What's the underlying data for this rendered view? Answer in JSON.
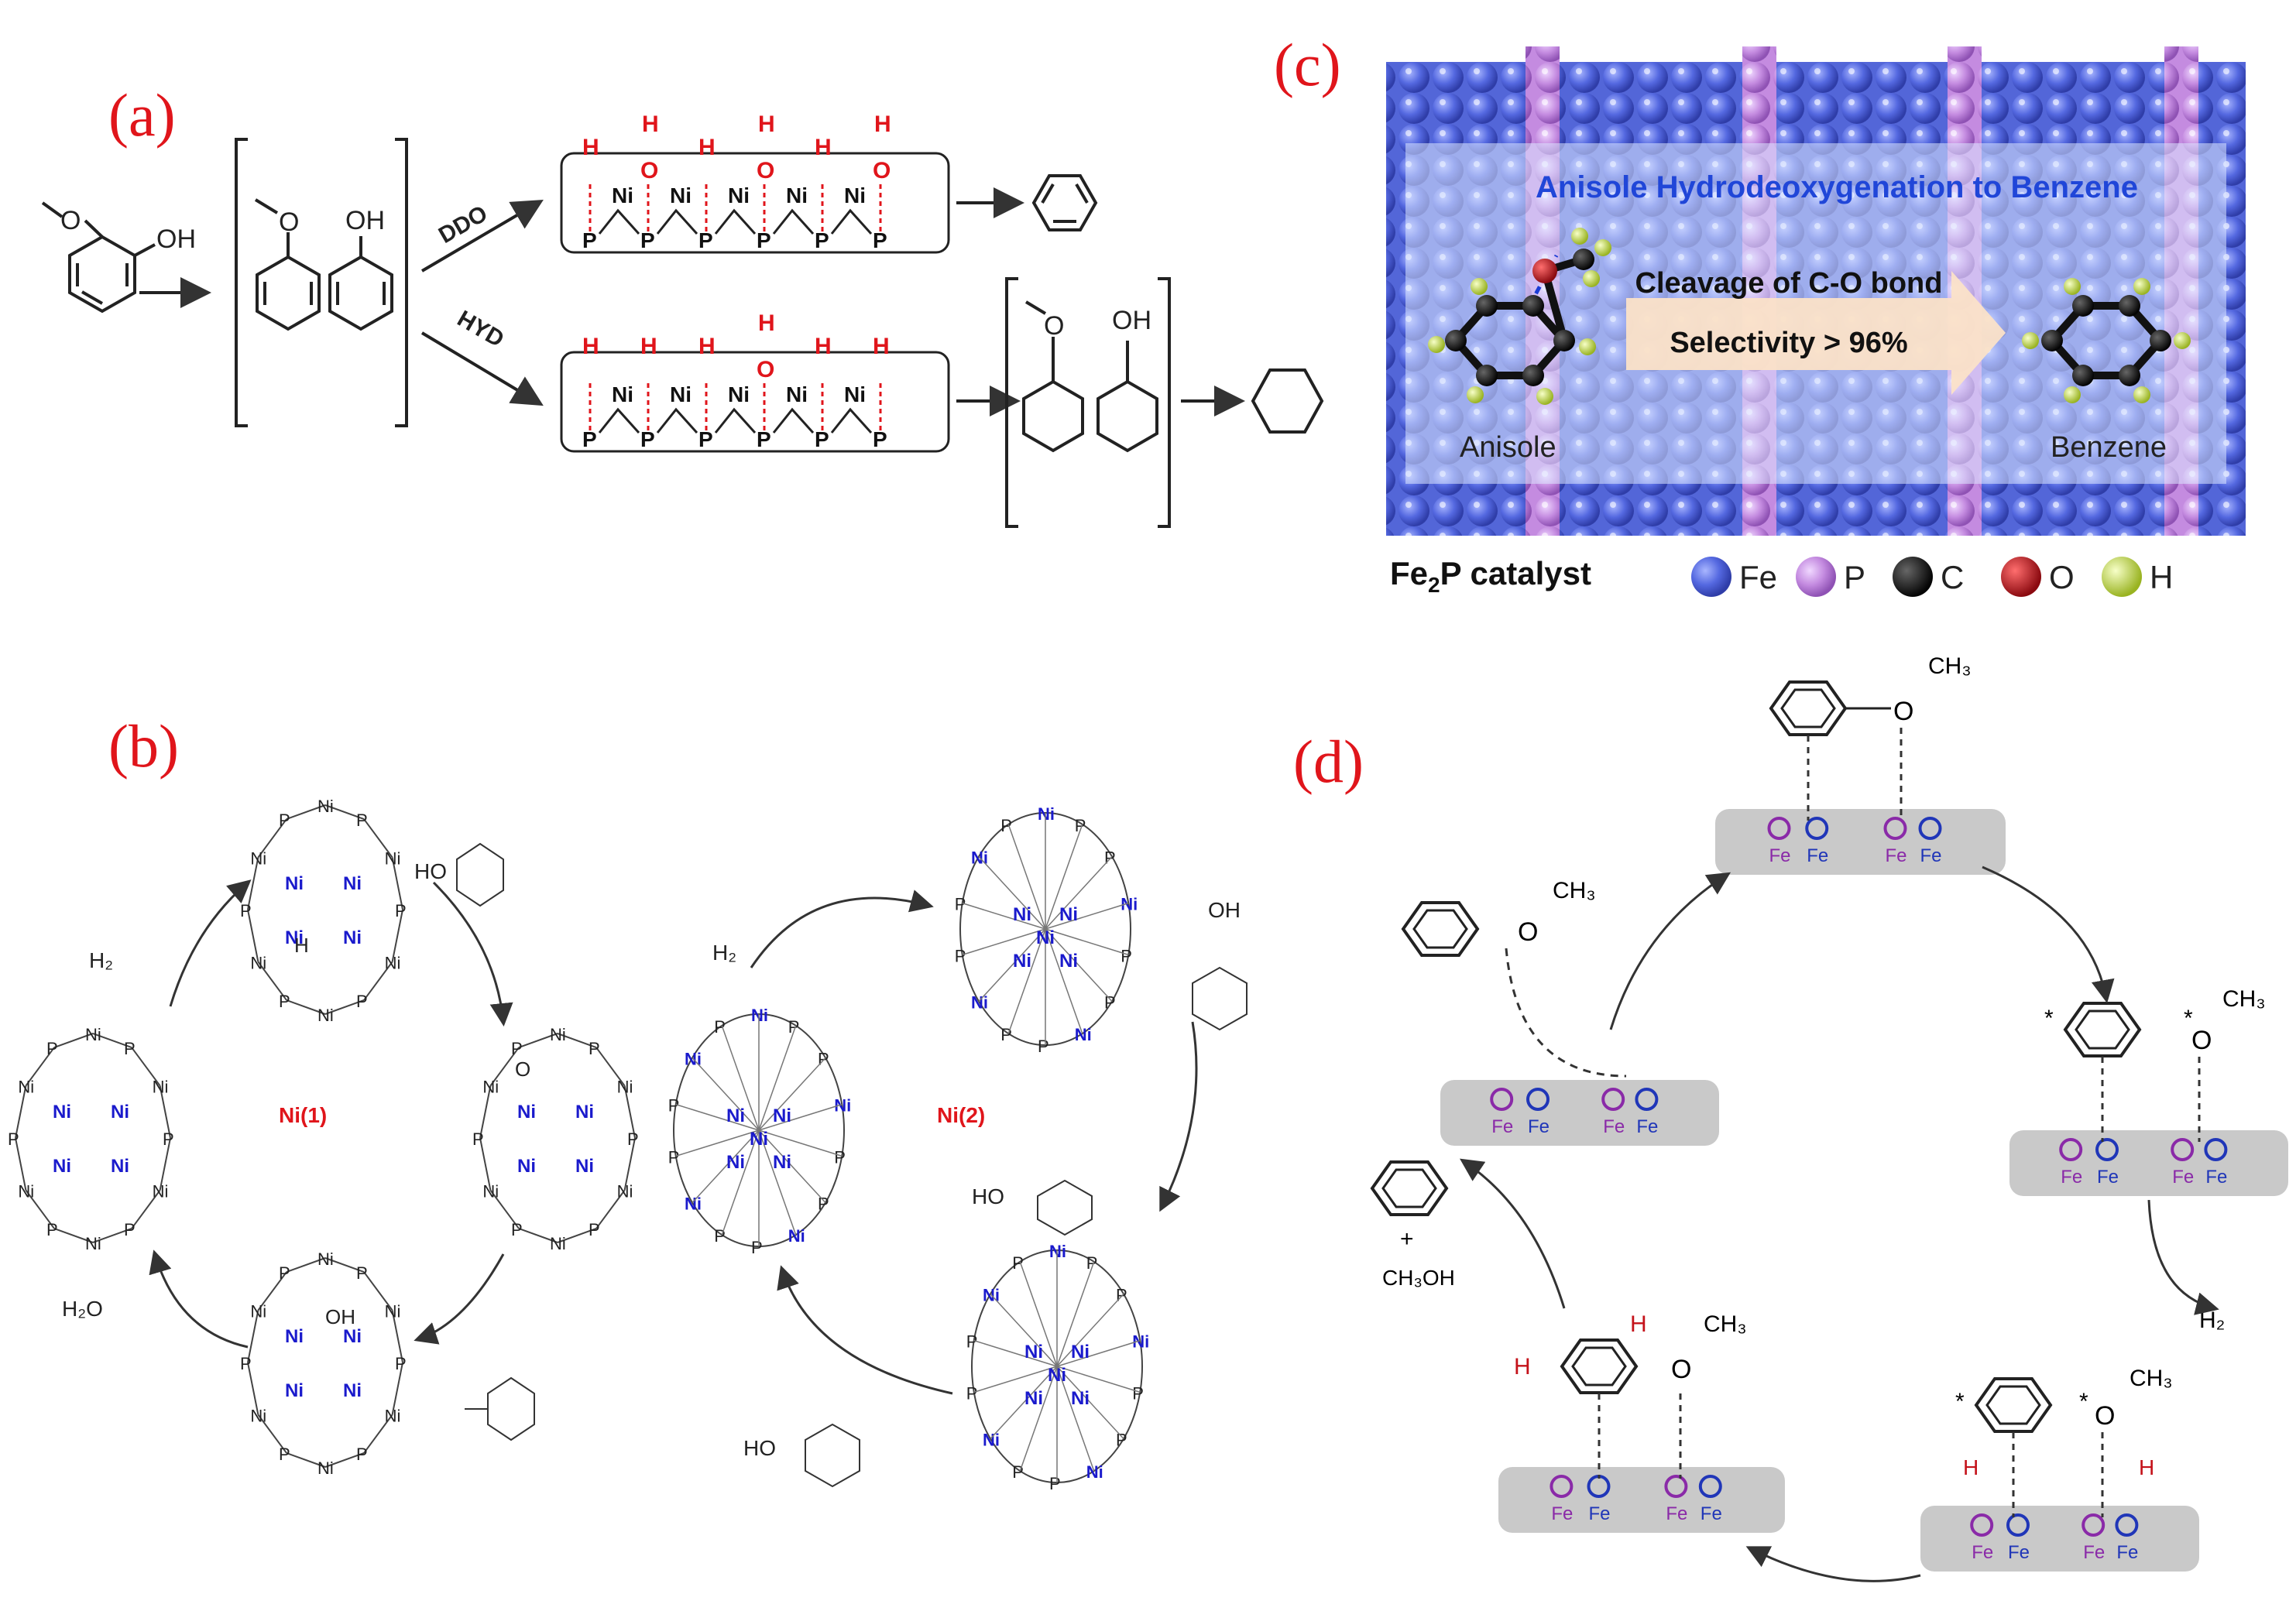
{
  "panel_labels": {
    "a": "(a)",
    "b": "(b)",
    "c": "(c)",
    "d": "(d)"
  },
  "panel_a": {
    "reactant_substituents": {
      "methoxy": "O",
      "hydroxyl": "OH"
    },
    "intermediate_labels": {
      "anisole_o": "O",
      "phenol_oh": "OH"
    },
    "route_ddo": "DDO",
    "route_hyd": "HYD",
    "ddo_surface": {
      "top": [
        "H",
        "O",
        "H",
        "O",
        "H",
        "O"
      ],
      "top_h": [
        "H",
        "H",
        "H"
      ],
      "metal": [
        "Ni",
        "Ni",
        "Ni",
        "Ni",
        "Ni"
      ],
      "bottom": [
        "P",
        "P",
        "P",
        "P",
        "P",
        "P"
      ]
    },
    "hyd_surface": {
      "top": [
        "H",
        "H",
        "H",
        "O",
        "H",
        "H"
      ],
      "top_h": [
        "H"
      ],
      "metal": [
        "Ni",
        "Ni",
        "Ni",
        "Ni",
        "Ni"
      ],
      "bottom": [
        "P",
        "P",
        "P",
        "P",
        "P",
        "P"
      ]
    },
    "hyd_products": {
      "methoxy": "O",
      "hydroxyl": "OH"
    }
  },
  "panel_b": {
    "cycle1_label": "Ni(1)",
    "cycle2_label": "Ni(2)",
    "h2_left": "H₂",
    "h2o": "H₂O",
    "h2_right": "H₂",
    "phenol_ho": "HO",
    "intermediate_o": "O",
    "oh_label": "OH",
    "h_label": "H",
    "ni": "Ni",
    "p": "P",
    "right_ho_top": "OH",
    "right_ho_mid": "HO",
    "right_ho_bottom": "HO"
  },
  "panel_c": {
    "title": "Anisole Hydrodeoxygenation to Benzene",
    "arrow_line1": "Cleavage of C-O bond",
    "arrow_line2": "Selectivity > 96%",
    "left_molecule": "Anisole",
    "right_molecule": "Benzene",
    "catalyst_label_main": "Fe",
    "catalyst_label_sub": "2",
    "catalyst_label_tail": "P catalyst",
    "legend": [
      {
        "symbol": "Fe",
        "color": "#4a5fd6"
      },
      {
        "symbol": "P",
        "color": "#c58de0"
      },
      {
        "symbol": "C",
        "color": "#111111"
      },
      {
        "symbol": "O",
        "color": "#c4121a"
      },
      {
        "symbol": "H",
        "color": "#c8e04a"
      }
    ]
  },
  "panel_d": {
    "ch3": "CH₃",
    "o": "O",
    "fe": "Fe",
    "h": "H",
    "h2": "H₂",
    "products_plus": "+",
    "methanol": "CH₃OH"
  }
}
